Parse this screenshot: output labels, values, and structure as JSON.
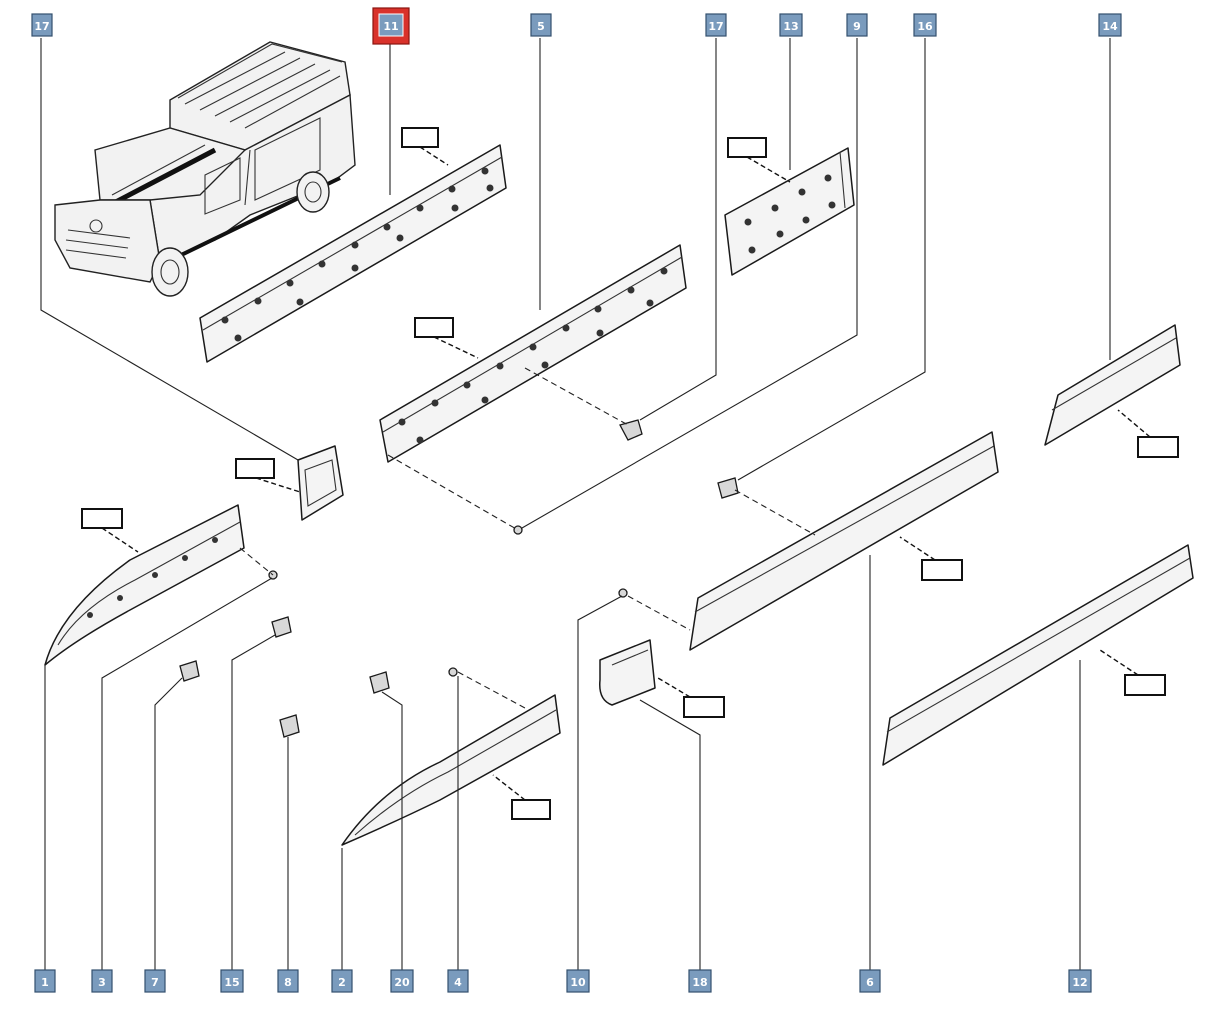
{
  "diagram": {
    "top_labels": [
      {
        "id": "top-17a",
        "text": "17",
        "highlight": false
      },
      {
        "id": "top-11",
        "text": "11",
        "highlight": true
      },
      {
        "id": "top-5",
        "text": "5",
        "highlight": false
      },
      {
        "id": "top-17b",
        "text": "17",
        "highlight": false
      },
      {
        "id": "top-13",
        "text": "13",
        "highlight": false
      },
      {
        "id": "top-9",
        "text": "9",
        "highlight": false
      },
      {
        "id": "top-16",
        "text": "16",
        "highlight": false
      },
      {
        "id": "top-14",
        "text": "14",
        "highlight": false
      }
    ],
    "bottom_labels": [
      {
        "id": "bot-1",
        "text": "1"
      },
      {
        "id": "bot-3",
        "text": "3"
      },
      {
        "id": "bot-7",
        "text": "7"
      },
      {
        "id": "bot-15",
        "text": "15"
      },
      {
        "id": "bot-8",
        "text": "8"
      },
      {
        "id": "bot-2",
        "text": "2"
      },
      {
        "id": "bot-20",
        "text": "20"
      },
      {
        "id": "bot-4",
        "text": "4"
      },
      {
        "id": "bot-10",
        "text": "10"
      },
      {
        "id": "bot-18",
        "text": "18"
      },
      {
        "id": "bot-6",
        "text": "6"
      },
      {
        "id": "bot-12",
        "text": "12"
      }
    ],
    "colors": {
      "badge": "#7a9bbd",
      "badge_highlight": "#d9322b",
      "line": "#222222"
    }
  }
}
